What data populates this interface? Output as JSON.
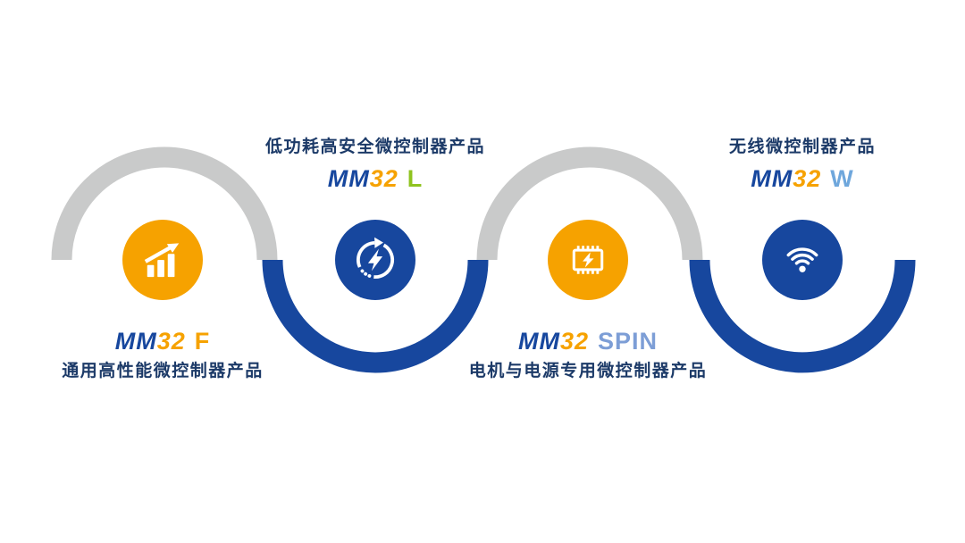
{
  "colors": {
    "brand_blue": "#17479E",
    "brand_orange": "#F6A200",
    "arc_gray": "#C9CACA",
    "suffix_green": "#8FC31F",
    "suffix_sky_blue": "#6FA7DC",
    "suffix_periwinkle": "#7D9ED6",
    "description_text": "#1C3A68",
    "icon_white": "#FFFFFF",
    "background": "#FFFFFF"
  },
  "products": [
    {
      "name_prefix": "MM",
      "name_number": "32",
      "name_suffix": "F",
      "suffix_color": "#F6A200",
      "description": "通用高性能微控制器产品",
      "icon": "growth-chart-icon",
      "circle_color": "#F6A200",
      "label_position": "below"
    },
    {
      "name_prefix": "MM",
      "name_number": "32",
      "name_suffix": "L",
      "suffix_color": "#8FC31F",
      "description": "低功耗高安全微控制器产品",
      "icon": "low-power-cycle-icon",
      "circle_color": "#17479E",
      "label_position": "above"
    },
    {
      "name_prefix": "MM",
      "name_number": "32",
      "name_suffix": "SPIN",
      "suffix_color": "#7D9ED6",
      "description": "电机与电源专用微控制器产品",
      "icon": "power-chip-icon",
      "circle_color": "#F6A200",
      "label_position": "below"
    },
    {
      "name_prefix": "MM",
      "name_number": "32",
      "name_suffix": "W",
      "suffix_color": "#6FA7DC",
      "description": "无线微控制器产品",
      "icon": "wifi-icon",
      "circle_color": "#17479E",
      "label_position": "above"
    }
  ]
}
